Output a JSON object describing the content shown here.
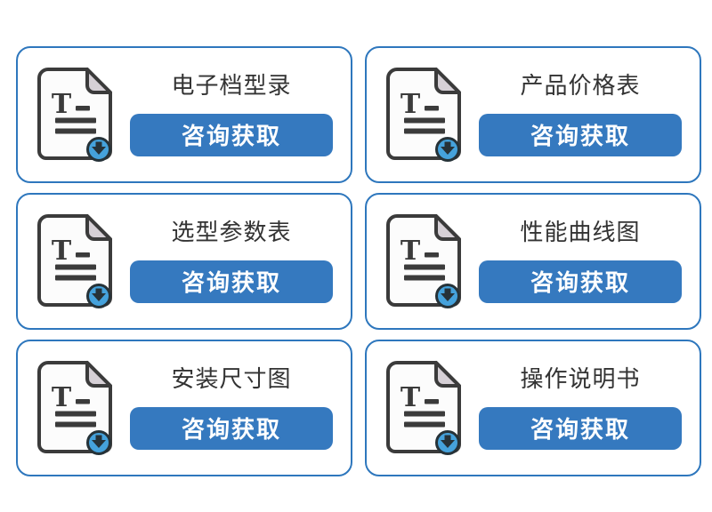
{
  "colors": {
    "card-border": "#2e77bd",
    "button-bg": "#3579bf",
    "button-text": "#ffffff",
    "title-text": "#333333",
    "icon-outline": "#3b3b3b",
    "icon-fold": "#d6d0d6",
    "icon-paper": "#fcfcfc",
    "icon-badge": "#45a2dc",
    "icon-badge-dark": "#263238",
    "page-bg": "#ffffff"
  },
  "cards": [
    {
      "title": "电子档型录",
      "button_label": "咨询获取"
    },
    {
      "title": "产品价格表",
      "button_label": "咨询获取"
    },
    {
      "title": "选型参数表",
      "button_label": "咨询获取"
    },
    {
      "title": "性能曲线图",
      "button_label": "咨询获取"
    },
    {
      "title": "安装尺寸图",
      "button_label": "咨询获取"
    },
    {
      "title": "操作说明书",
      "button_label": "咨询获取"
    }
  ]
}
